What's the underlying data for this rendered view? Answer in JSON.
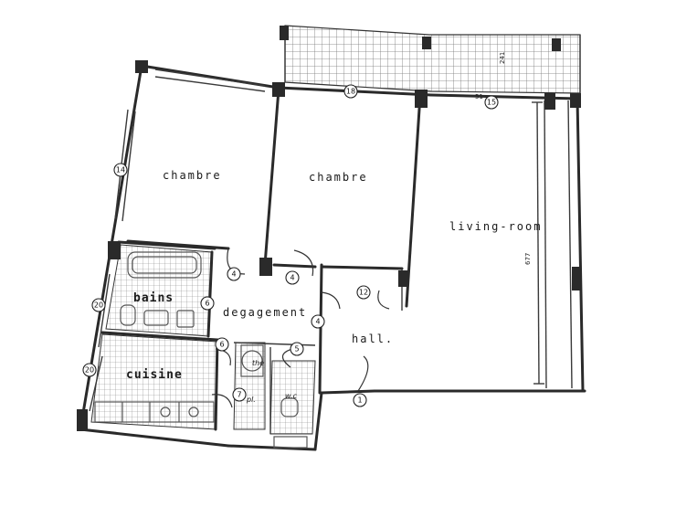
{
  "rooms": {
    "chambre_left": "chambre",
    "chambre_right": "chambre",
    "living": "living-room",
    "bains": "bains",
    "degagement": "degagement",
    "hall": "hall.",
    "cuisine": "cuisine",
    "the": "the",
    "pl": "pl.",
    "wc": "w.c"
  },
  "markers": {
    "m18": "18",
    "m15": "15",
    "m14": "14",
    "m4a": "4",
    "m4b": "4",
    "m12": "12",
    "m6a": "6",
    "m20a": "20",
    "m4c": "4",
    "m6b": "6",
    "m5": "5",
    "m20b": "20",
    "m7": "7",
    "m1": "1"
  },
  "dimensions": {
    "living_height": "677",
    "living_top": "51",
    "balcony": "241"
  }
}
